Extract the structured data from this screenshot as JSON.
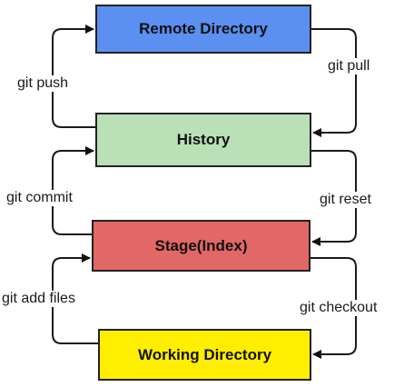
{
  "boxes": {
    "remote": {
      "label": "Remote Directory",
      "color": "#5b8ff0"
    },
    "history": {
      "label": "History",
      "color": "#b9e0b7"
    },
    "stage": {
      "label": "Stage(Index)",
      "color": "#e26767"
    },
    "working": {
      "label": "Working Directory",
      "color": "#ffee00"
    }
  },
  "commands": {
    "push": "git push",
    "pull": "git pull",
    "commit": "git commit",
    "reset": "git reset",
    "add": "git add files",
    "checkout": "git checkout"
  }
}
